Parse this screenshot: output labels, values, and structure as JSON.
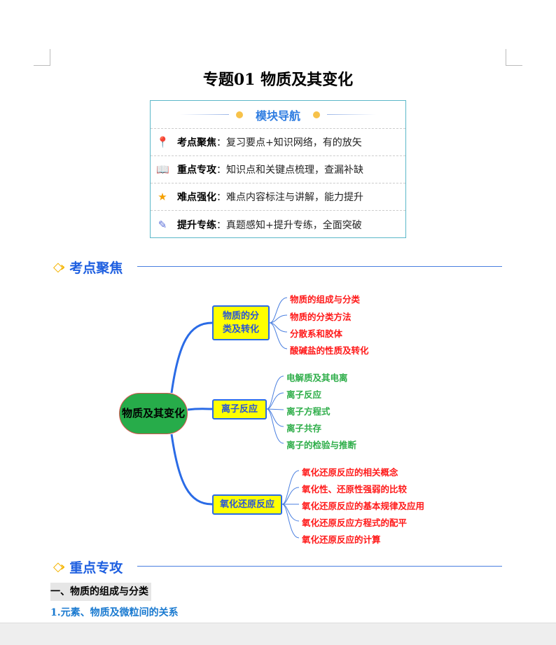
{
  "title": "专题01  物质及其变化",
  "nav": {
    "title": "模块导航",
    "rows": [
      {
        "icon": "map-icon",
        "label": "考点聚焦",
        "desc": "：复习要点+知识网络，有的放矢"
      },
      {
        "icon": "book-icon",
        "label": "重点专攻",
        "desc": "：知识点和关键点梳理，查漏补缺"
      },
      {
        "icon": "star-icon",
        "label": "难点强化",
        "desc": "：难点内容标注与讲解，能力提升"
      },
      {
        "icon": "edit-icon",
        "label": "提升专练",
        "desc": "：真题感知+提升专练，全面突破"
      }
    ]
  },
  "sections": {
    "s1": "考点聚焦",
    "s2": "重点专攻"
  },
  "mindmap": {
    "root": "物质及其变化",
    "branches": [
      {
        "label": "物质的分类及转化",
        "color": "#ff1a1a",
        "leaves": [
          "物质的组成与分类",
          "物质的分类方法",
          "分散系和胶体",
          "酸碱盐的性质及转化"
        ]
      },
      {
        "label": "离子反应",
        "color": "#2fae4a",
        "leaves": [
          "电解质及其电离",
          "离子反应",
          "离子方程式",
          "离子共存",
          "离子的检验与推断"
        ]
      },
      {
        "label": "氧化还原反应",
        "color": "#ff1a1a",
        "leaves": [
          "氧化还原反应的相关概念",
          "氧化性、还原性强弱的比较",
          "氧化还原反应的基本规律及应用",
          "氧化还原反应方程式的配平",
          "氧化还原反应的计算"
        ]
      }
    ]
  },
  "content": {
    "h1": "一、物质的组成与分类",
    "h2": "1.元素、物质及微粒间的关系"
  }
}
